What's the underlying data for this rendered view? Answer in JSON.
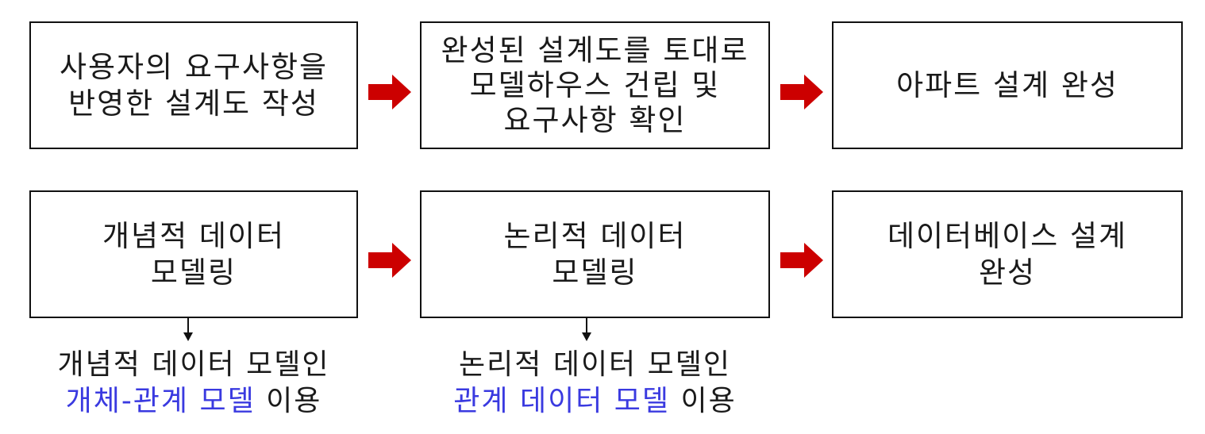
{
  "colors": {
    "arrow": "#cc0000",
    "highlight": "#3a3ae0",
    "border": "#111111"
  },
  "row1": {
    "box1": "사용자의 요구사항을\n반영한 설계도 작성",
    "box2": "완성된 설계도를 토대로\n모델하우스 건립 및\n요구사항 확인",
    "box3": "아파트 설계 완성"
  },
  "row2": {
    "box1": "개념적 데이터\n모델링",
    "box2": "논리적 데이터\n모델링",
    "box3": "데이터베이스 설계\n완성"
  },
  "notes": {
    "note1": {
      "line1": "개념적 데이터 모델인",
      "highlight": "개체-관계 모델",
      "suffix": " 이용"
    },
    "note2": {
      "line1": "논리적 데이터 모델인",
      "highlight": "관계 데이터 모델",
      "suffix": " 이용"
    }
  }
}
